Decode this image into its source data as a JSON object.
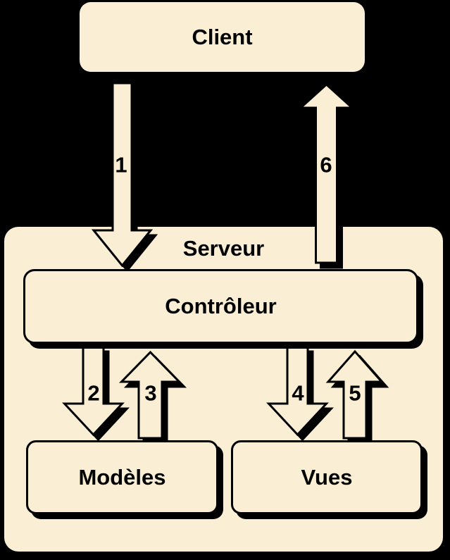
{
  "diagram": {
    "colors": {
      "background": "#000000",
      "node_fill": "#FAEFD5",
      "outline": "#000000",
      "text": "#000000"
    },
    "nodes": {
      "client": {
        "label": "Client"
      },
      "serveur": {
        "label": "Serveur"
      },
      "controleur": {
        "label": "Contrôleur"
      },
      "modeles": {
        "label": "Modèles"
      },
      "vues": {
        "label": "Vues"
      }
    },
    "arrows": [
      {
        "number": "1",
        "direction": "down",
        "from": "client",
        "to": "controleur"
      },
      {
        "number": "2",
        "direction": "down",
        "from": "controleur",
        "to": "modeles"
      },
      {
        "number": "3",
        "direction": "up",
        "from": "modeles",
        "to": "controleur"
      },
      {
        "number": "4",
        "direction": "down",
        "from": "controleur",
        "to": "vues"
      },
      {
        "number": "5",
        "direction": "up",
        "from": "vues",
        "to": "controleur"
      },
      {
        "number": "6",
        "direction": "up",
        "from": "controleur",
        "to": "client"
      }
    ]
  }
}
